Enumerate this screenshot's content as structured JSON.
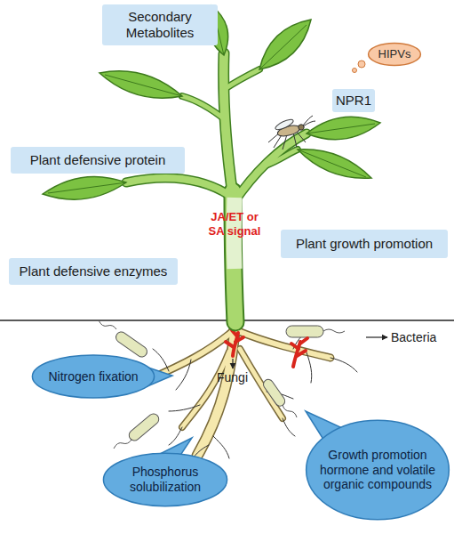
{
  "diagram": {
    "nodes": [
      {
        "text": [
          "Secondary Metabolites"
        ]
      },
      {
        "text": [
          "HIPVs"
        ]
      },
      {
        "text": [
          "NPR1"
        ]
      },
      {
        "text": [
          "Plant defensive protein"
        ]
      },
      {
        "text": [
          "Plant growth promotion"
        ]
      },
      {
        "text": [
          "Plant defensive enzymes"
        ]
      },
      {
        "text": [
          "Nitrogen fixation"
        ]
      },
      {
        "text": [
          "Phosphorus solubilization"
        ]
      },
      {
        "text": [
          "Growth promotion hormone and volatile organic compounds"
        ]
      }
    ],
    "labels": [
      "JA/ET or SA signal",
      "Bacteria",
      "Fungi"
    ]
  }
}
